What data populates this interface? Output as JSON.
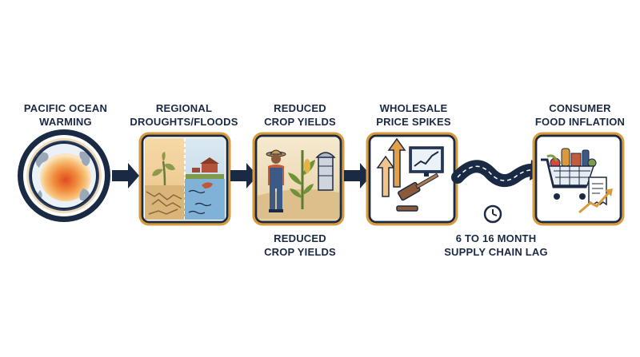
{
  "stages": [
    {
      "line1": "PACIFIC OCEAN",
      "line2": "WARMING",
      "icon": "ocean-globe-icon"
    },
    {
      "line1": "REGIONAL",
      "line2": "DROUGHTS/FLOODS",
      "icon": "drought-flood-icon"
    },
    {
      "line1": "REDUCED",
      "line2": "CROP YIELDS",
      "icon": "farmer-crop-icon"
    },
    {
      "line1": "WHOLESALE",
      "line2": "PRICE SPIKES",
      "icon": "gavel-price-icon"
    },
    {
      "line1": "CONSUMER",
      "line2": "FOOD INFLATION",
      "icon": "grocery-cart-icon"
    }
  ],
  "secondary_label": {
    "line1": "REDUCED",
    "line2": "CROP YIELDS"
  },
  "lag_label": {
    "line1": "6 TO 16 MONTH",
    "line2": "SUPPLY CHAIN LAG",
    "icon": "clock-icon"
  },
  "colors": {
    "navy": "#1b2a44",
    "accent": "#d99a3c",
    "ocean_hot": "#e0652a",
    "water": "#7fb2d6"
  }
}
